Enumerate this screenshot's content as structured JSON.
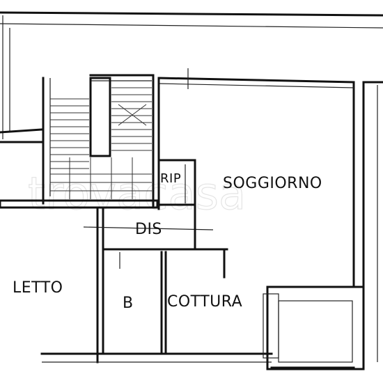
{
  "floorplan": {
    "rooms": [
      {
        "id": "soggiorno",
        "label": "SOGGIORNO"
      },
      {
        "id": "letto",
        "label": "LETTO"
      },
      {
        "id": "cottura",
        "label": "COTTURA"
      },
      {
        "id": "bagno",
        "label": "B"
      },
      {
        "id": "disimpegno",
        "label": "DIS"
      },
      {
        "id": "ripostiglio",
        "label": "RIP"
      }
    ],
    "watermark": "trovacasa"
  }
}
